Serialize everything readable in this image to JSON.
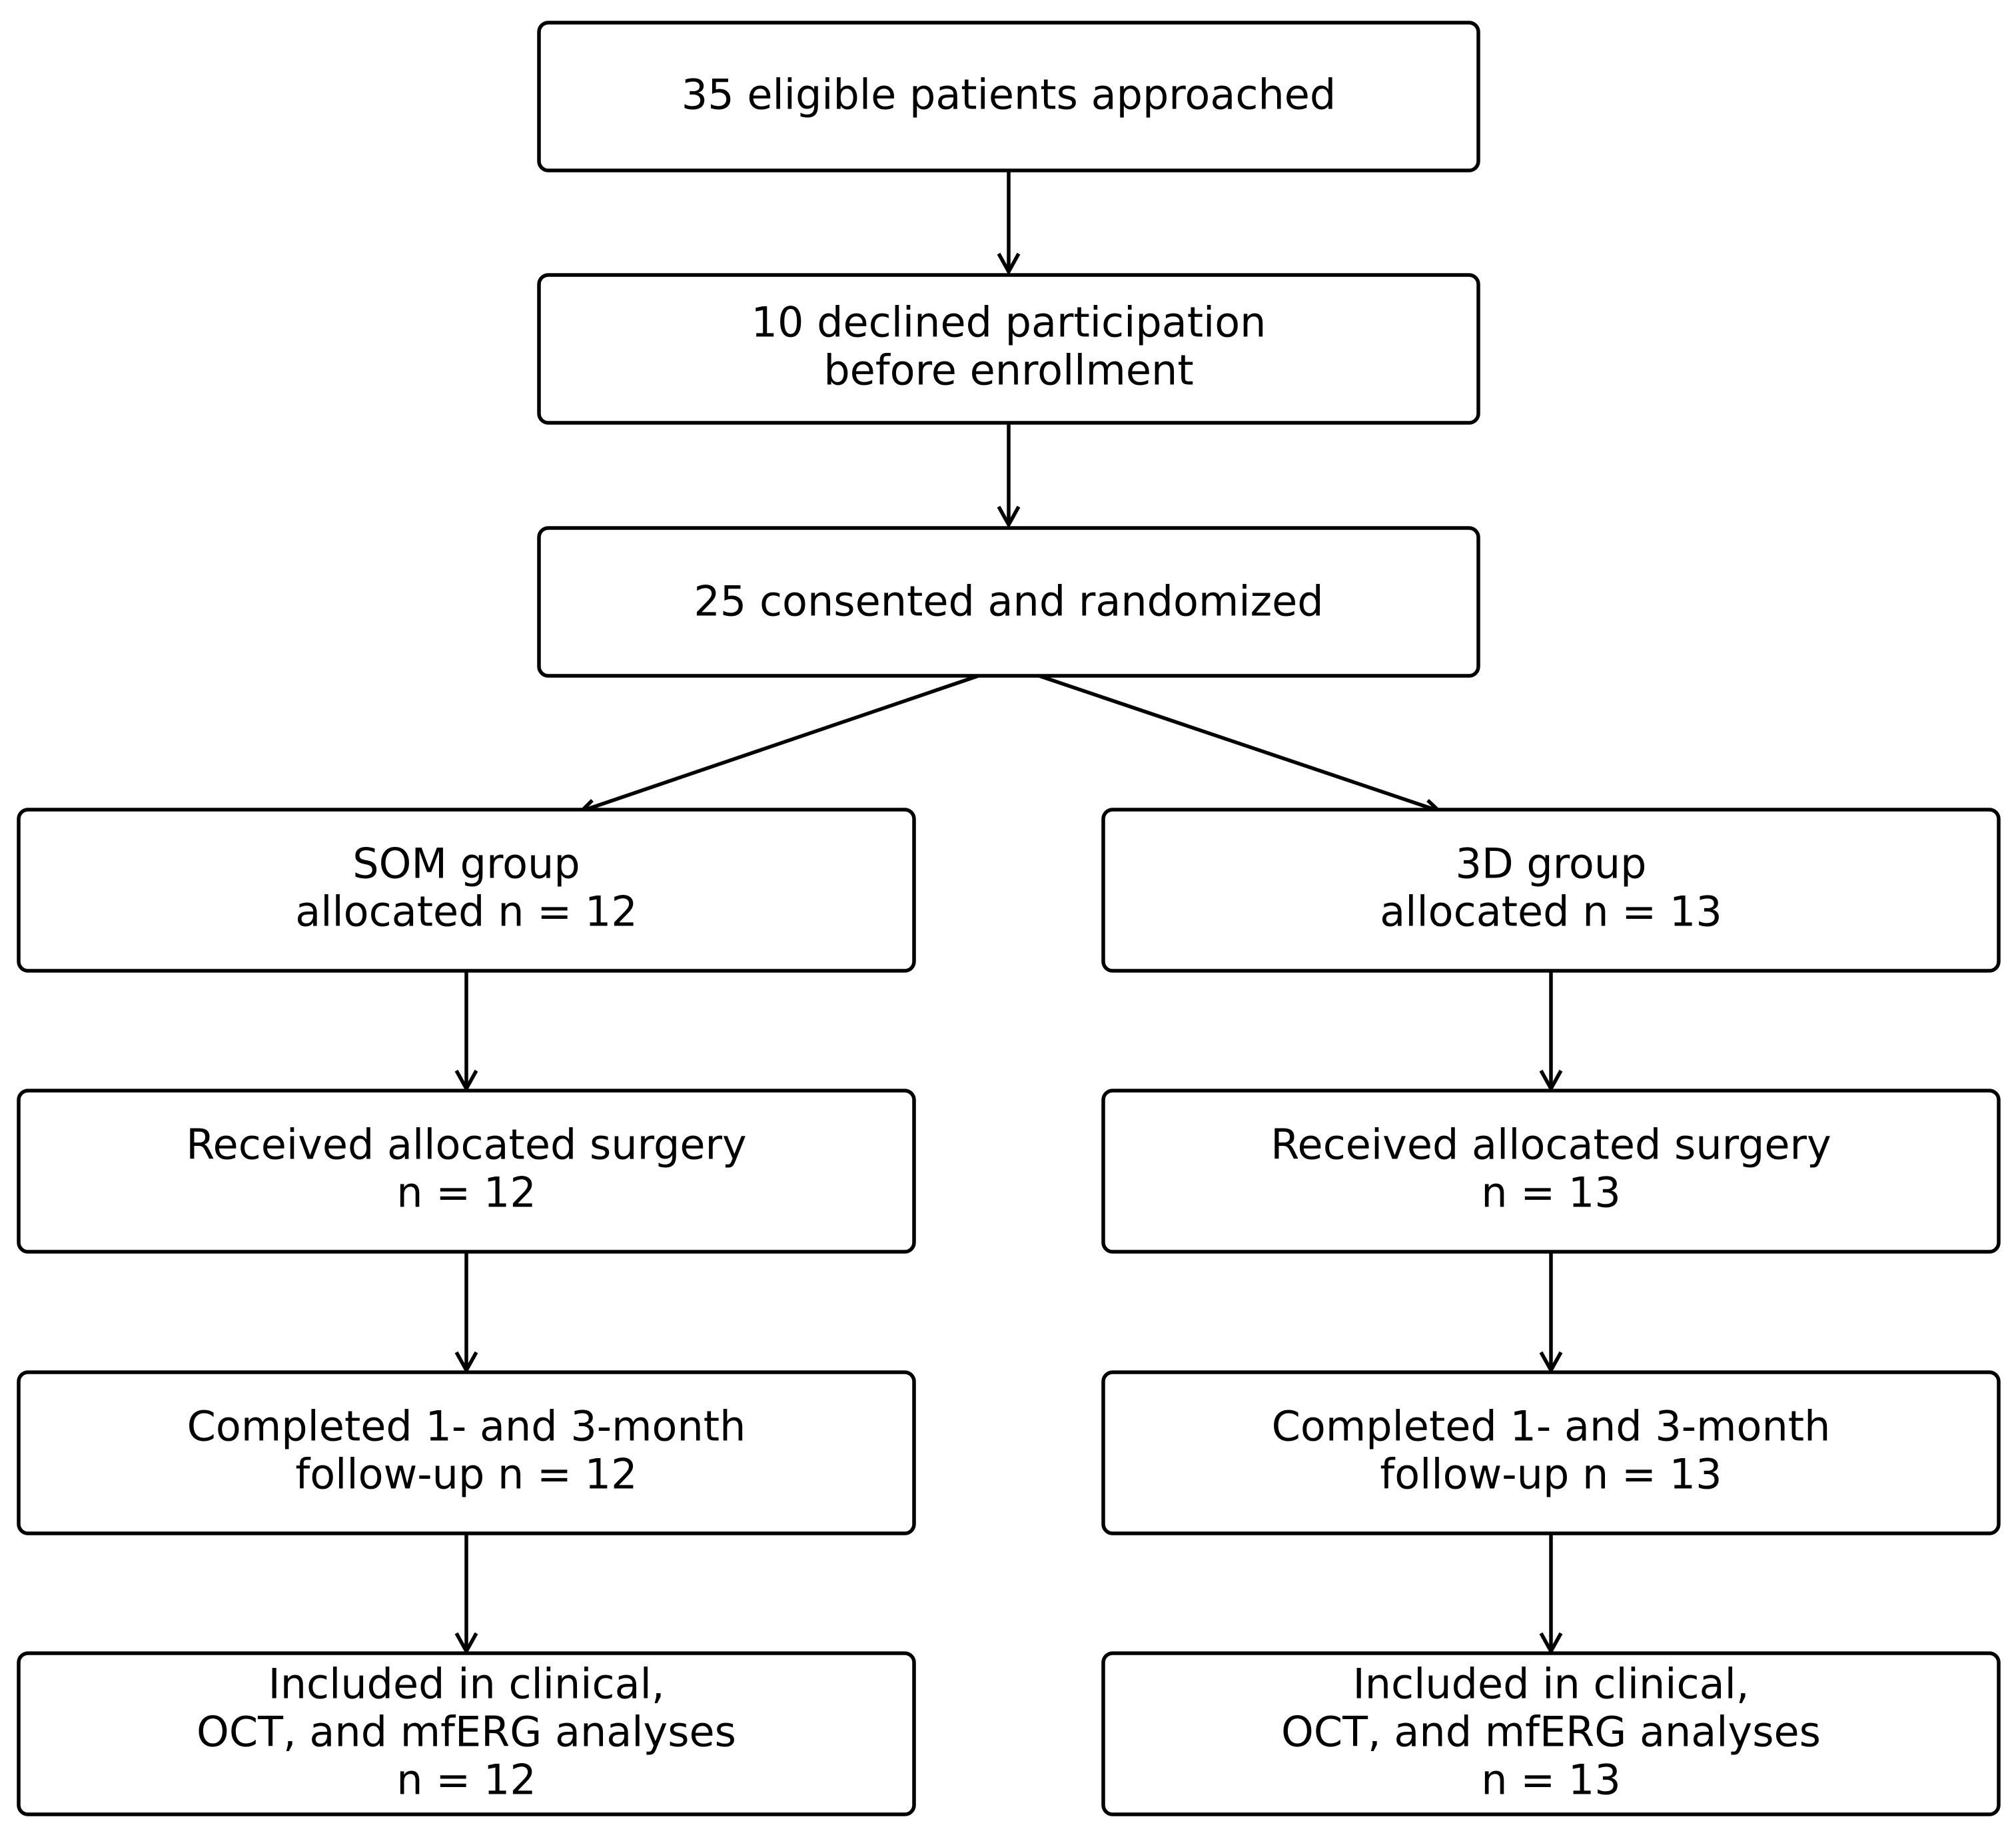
{
  "flowchart": {
    "approached": {
      "lines": [
        "35 eligible patients approached"
      ]
    },
    "declined": {
      "lines": [
        "10 declined participation",
        "before enrollment"
      ]
    },
    "randomized": {
      "lines": [
        "25 consented and randomized"
      ]
    },
    "som_group": {
      "allocated": {
        "lines": [
          "SOM group",
          "allocated n = 12"
        ]
      },
      "surgery": {
        "lines": [
          "Received allocated surgery",
          "n = 12"
        ]
      },
      "followup": {
        "lines": [
          "Completed 1- and 3-month",
          "follow-up n = 12"
        ]
      },
      "analysis": {
        "lines": [
          "Included in clinical,",
          "OCT, and mfERG analyses",
          "n = 12"
        ]
      }
    },
    "threed_group": {
      "allocated": {
        "lines": [
          "3D group",
          "allocated n = 13"
        ]
      },
      "surgery": {
        "lines": [
          "Received allocated surgery",
          "n = 13"
        ]
      },
      "followup": {
        "lines": [
          "Completed 1- and 3-month",
          "follow-up n = 13"
        ]
      },
      "analysis": {
        "lines": [
          "Included in clinical,",
          "OCT, and mfERG analyses",
          "n = 13"
        ]
      }
    }
  }
}
